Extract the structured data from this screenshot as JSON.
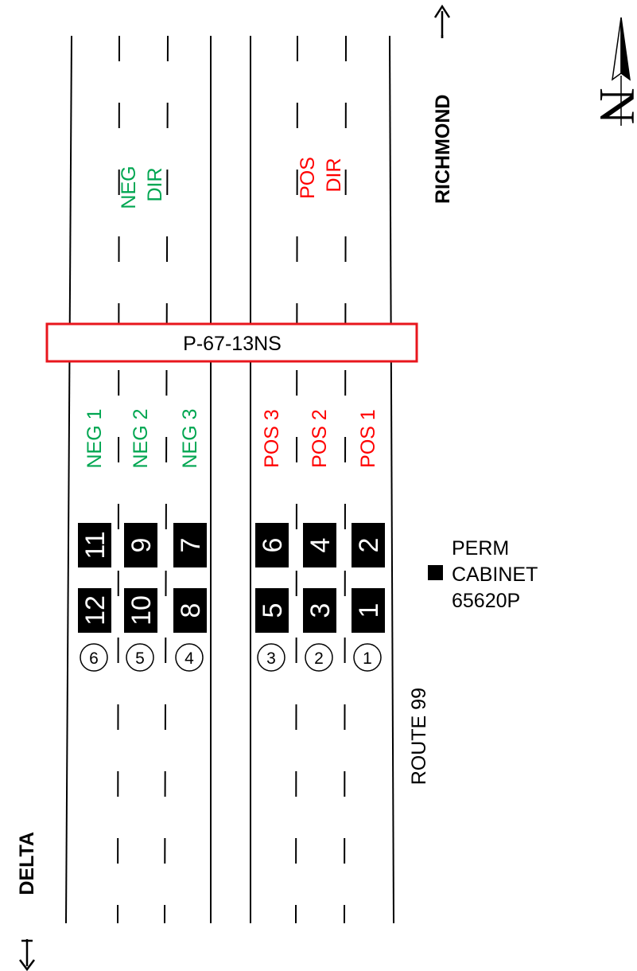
{
  "site": {
    "station_id": "P-67-13NS",
    "route": "ROUTE 99",
    "north_label": "N",
    "direction_north_city": "RICHMOND",
    "direction_south_city": "DELTA"
  },
  "directions": {
    "negative": {
      "line1": "NEG",
      "line2": "DIR",
      "color": "#00a651"
    },
    "positive": {
      "line1": "POS",
      "line2": "DIR",
      "color": "#ff0000"
    }
  },
  "lane_labels": [
    {
      "text": "NEG 1",
      "color": "#00a651"
    },
    {
      "text": "NEG 2",
      "color": "#00a651"
    },
    {
      "text": "NEG 3",
      "color": "#00a651"
    },
    {
      "text": "POS 3",
      "color": "#ff0000"
    },
    {
      "text": "POS 2",
      "color": "#ff0000"
    },
    {
      "text": "POS 1",
      "color": "#ff0000"
    }
  ],
  "sensors": [
    {
      "upper": "11",
      "lower": "12",
      "lane_no": "6"
    },
    {
      "upper": "9",
      "lower": "10",
      "lane_no": "5"
    },
    {
      "upper": "7",
      "lower": "8",
      "lane_no": "4"
    },
    {
      "upper": "6",
      "lower": "5",
      "lane_no": "3"
    },
    {
      "upper": "4",
      "lower": "3",
      "lane_no": "2"
    },
    {
      "upper": "2",
      "lower": "1",
      "lane_no": "1"
    }
  ],
  "cabinet": {
    "line1": "PERM",
    "line2": "CABINET",
    "line3": "65620P"
  }
}
